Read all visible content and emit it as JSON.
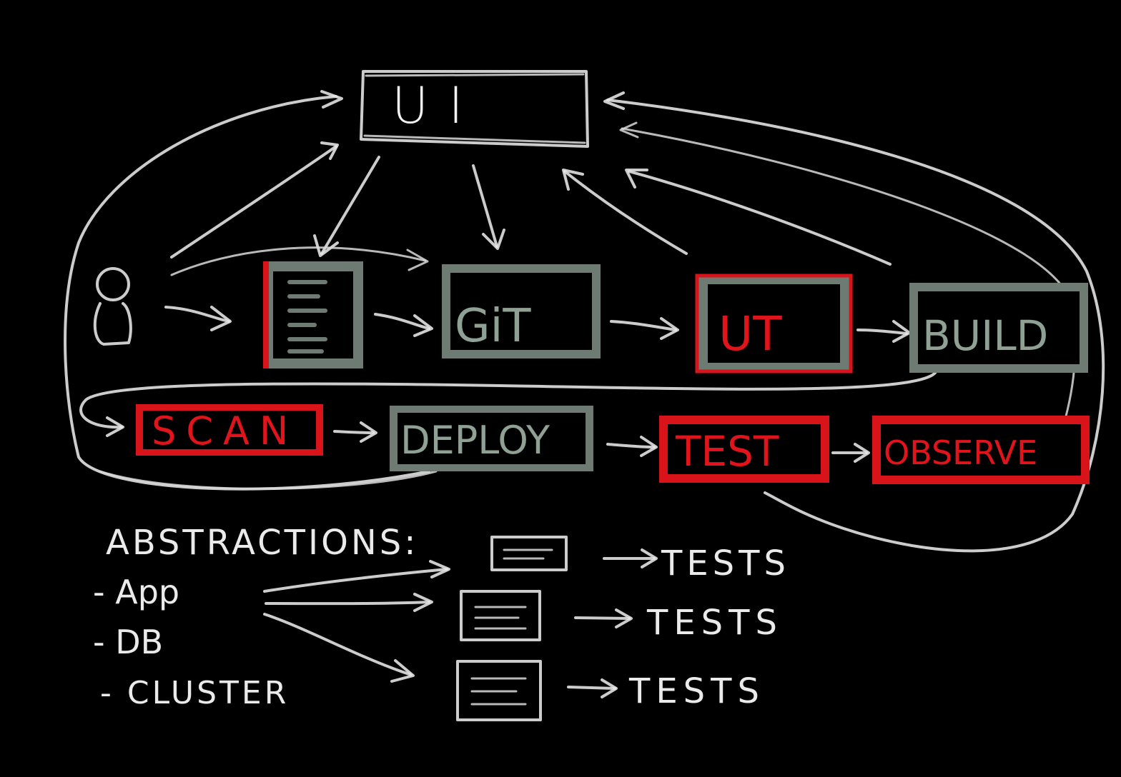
{
  "diagram": {
    "top_node": "UI",
    "pipeline_row1": [
      {
        "id": "dev",
        "label": "",
        "icon": "person-icon"
      },
      {
        "id": "code",
        "label": "",
        "icon": "document-icon"
      },
      {
        "id": "git",
        "label": "GiT"
      },
      {
        "id": "ut",
        "label": "UT"
      },
      {
        "id": "build",
        "label": "BUILD"
      }
    ],
    "pipeline_row2": [
      {
        "id": "scan",
        "label": "SCAN"
      },
      {
        "id": "deploy",
        "label": "DEPLOY"
      },
      {
        "id": "test",
        "label": "TEST"
      },
      {
        "id": "observe",
        "label": "OBSERVE"
      }
    ],
    "abstractions": {
      "heading": "ABSTRACTIONS:",
      "items": [
        "- App",
        "- DB",
        "- CLUSTER"
      ],
      "results": [
        "TESTS",
        "TESTS",
        "TESTS"
      ]
    },
    "colors": {
      "background": "#000000",
      "chalk": "#e8e8e8",
      "grey_box": "#6e7b72",
      "red_box": "#d8141a"
    }
  }
}
